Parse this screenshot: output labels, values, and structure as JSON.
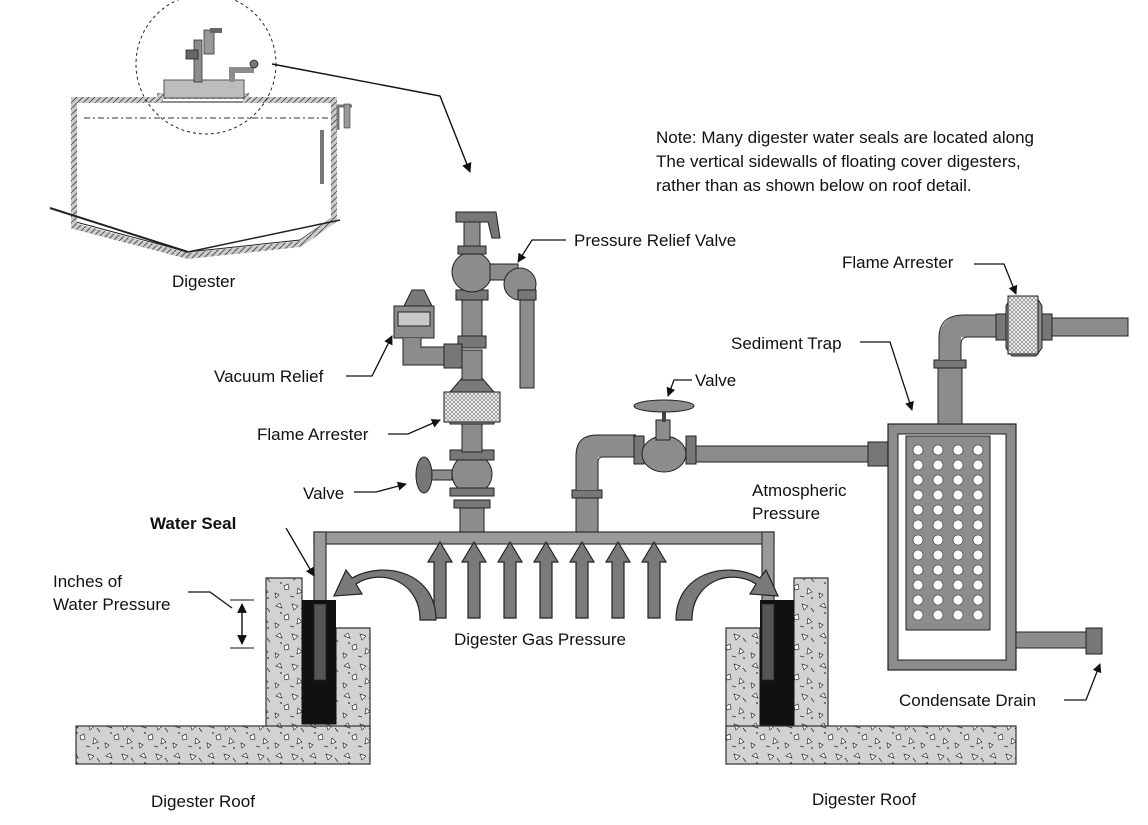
{
  "note": {
    "lines": [
      "Note: Many digester water seals are located along",
      "The vertical sidewalls of floating cover digesters,",
      "rather than as shown below on roof detail."
    ]
  },
  "labels": {
    "digester": "Digester",
    "pressure_relief_valve": "Pressure Relief Valve",
    "vacuum_relief": "Vacuum Relief",
    "flame_arrester_left": "Flame Arrester",
    "valve_left": "Valve",
    "water_seal": "Water Seal",
    "inches_line1": "Inches of",
    "inches_line2": "Water Pressure",
    "digester_gas_pressure": "Digester Gas Pressure",
    "valve_mid": "Valve",
    "atmospheric_line1": "Atmospheric",
    "atmospheric_line2": "Pressure",
    "sediment_trap": "Sediment Trap",
    "flame_arrester_right": "Flame Arrester",
    "condensate_drain": "Condensate Drain",
    "digester_roof_left": "Digester Roof",
    "digester_roof_right": "Digester Roof"
  },
  "colors": {
    "pipe": "#8c8c8c",
    "pipe_dark": "#5a5a5a",
    "concrete": "#cfcfcf",
    "water": "#111111",
    "arrow_fill": "#7a7a7a",
    "outline": "#222222"
  }
}
